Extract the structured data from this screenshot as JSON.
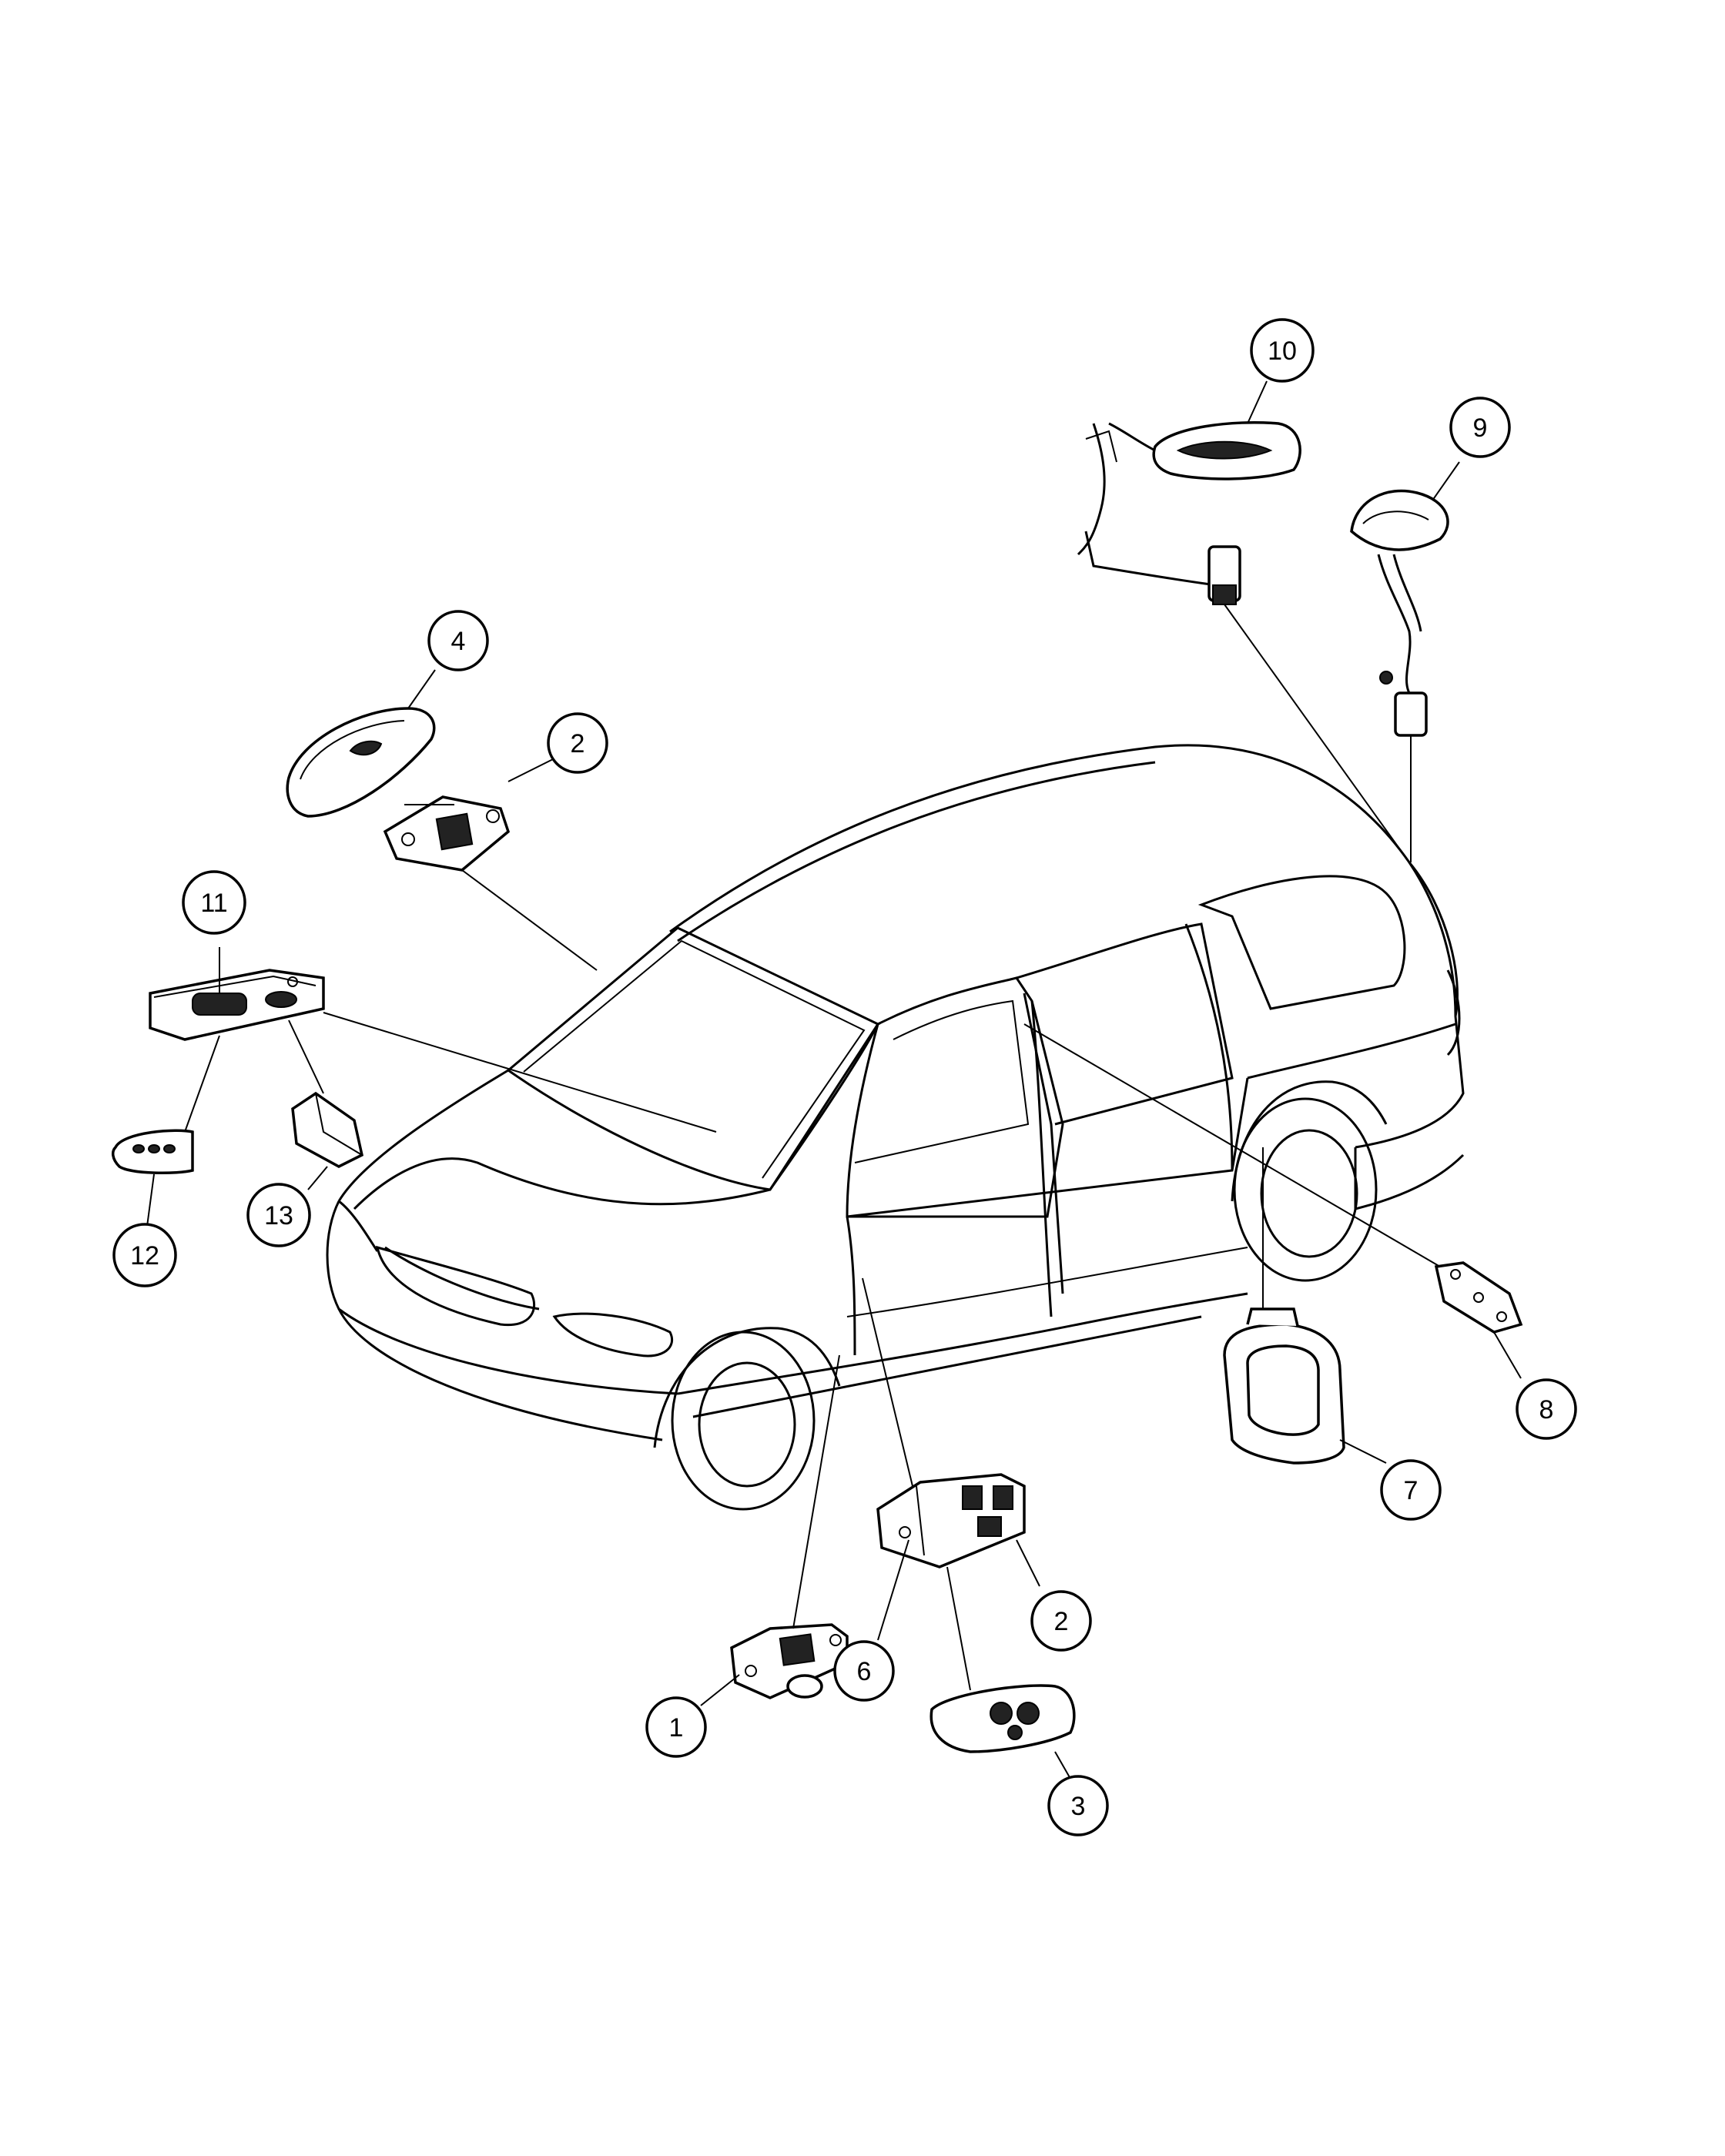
{
  "callouts": {
    "c1": "1",
    "c2a": "2",
    "c2b": "2",
    "c3": "3",
    "c4": "4",
    "c6": "6",
    "c7": "7",
    "c8": "8",
    "c9": "9",
    "c10": "10",
    "c11": "11",
    "c12": "12",
    "c13": "13"
  }
}
